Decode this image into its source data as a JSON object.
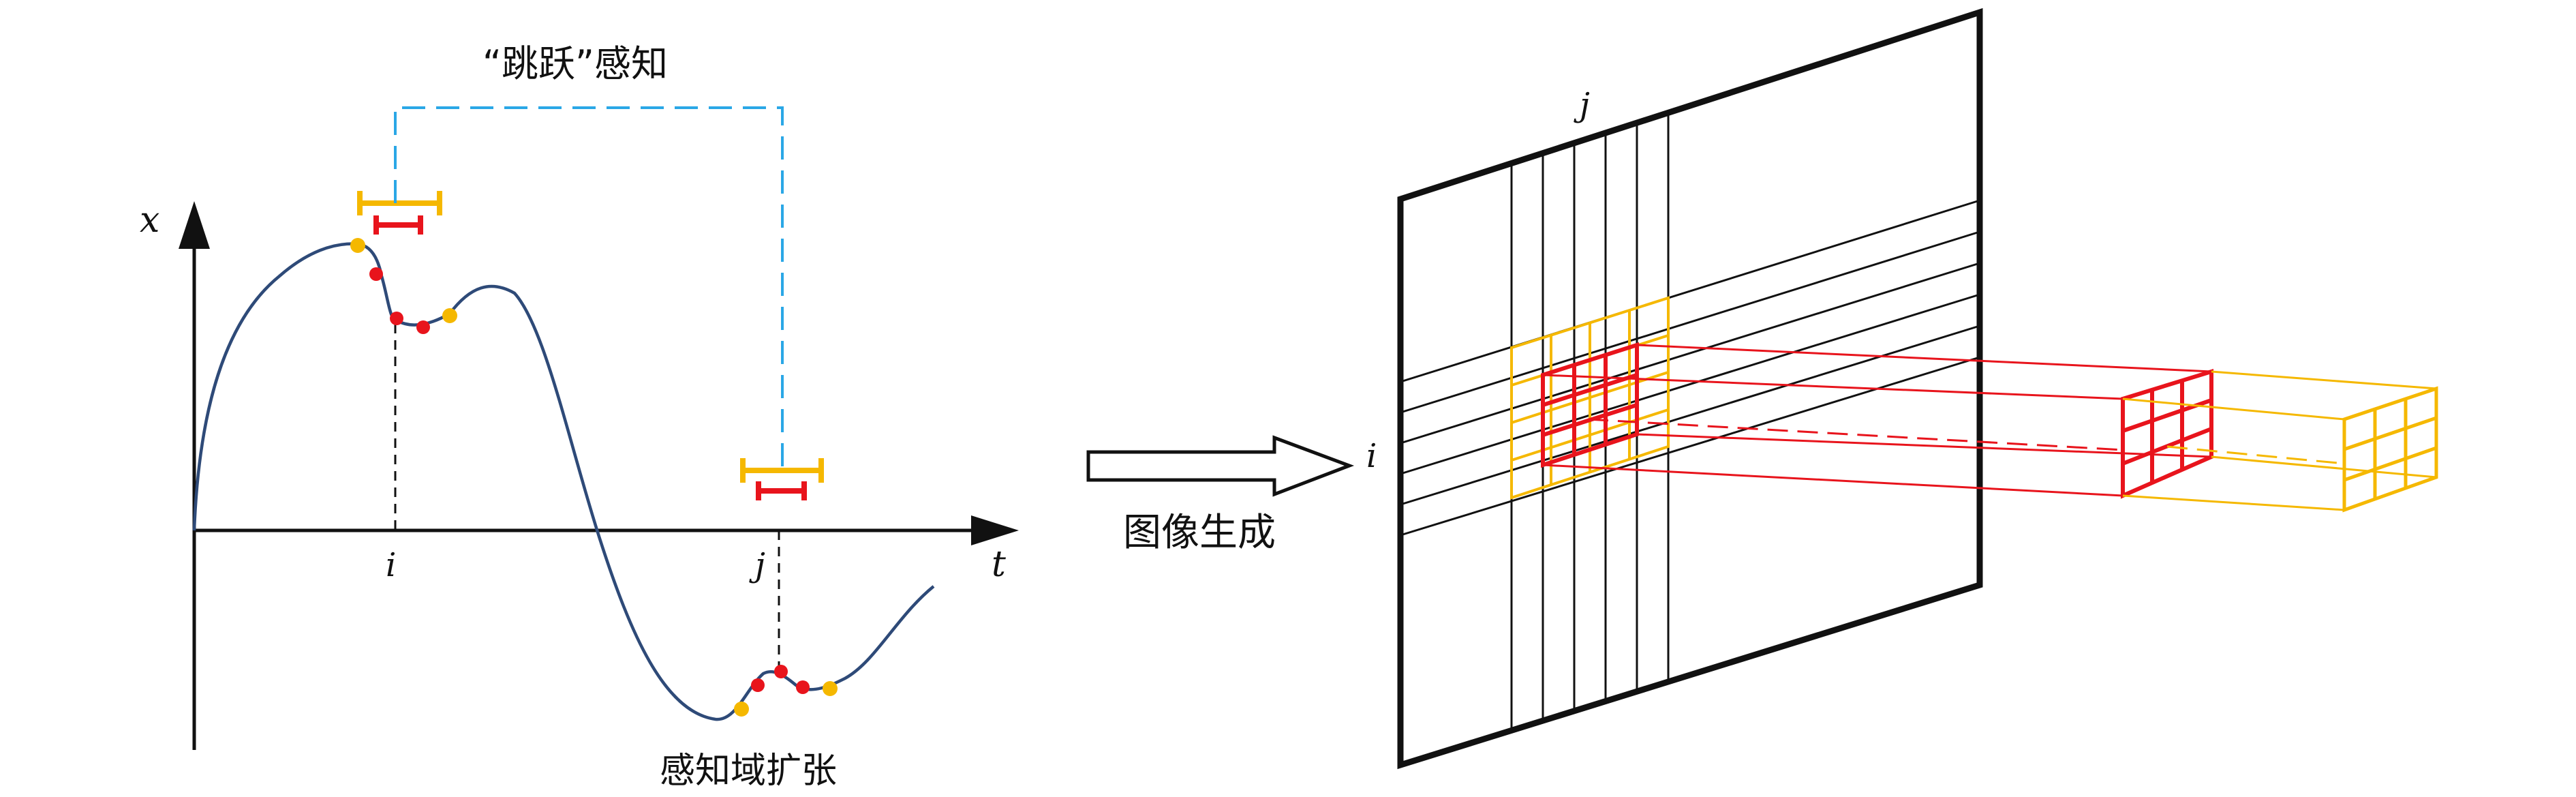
{
  "title": "“跳跃”感知",
  "left_plot": {
    "axis_y_label": "x",
    "axis_x_label": "t",
    "tick_i": "i",
    "tick_j": "j",
    "caption": "感知域扩张"
  },
  "arrow_label": "图像生成",
  "right_panel": {
    "col_label": "j",
    "row_label": "i"
  },
  "colors": {
    "curve": "#2e4a78",
    "axis": "#111111",
    "jump_link": "#2aa7e6",
    "outer_field": "#f5b800",
    "inner_field": "#e8141c"
  }
}
